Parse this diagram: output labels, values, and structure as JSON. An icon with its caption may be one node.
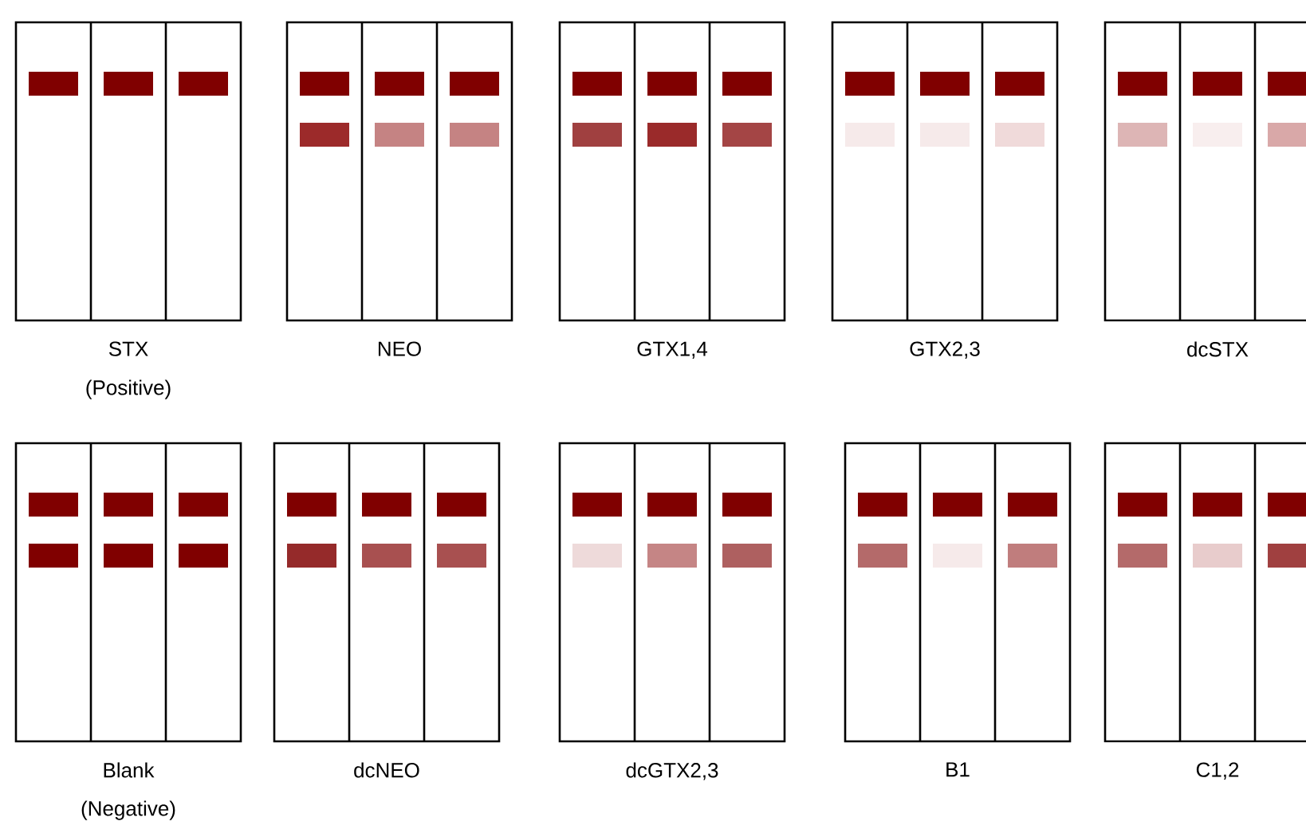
{
  "diagram": {
    "nodes": [
      {
        "text": [
          "STX",
          "(Positive)"
        ]
      },
      {
        "text": [
          "NEO"
        ]
      },
      {
        "text": [
          "GTX1,4"
        ]
      },
      {
        "text": [
          "GTX2,3"
        ]
      },
      {
        "text": [
          "dcSTX"
        ]
      },
      {
        "text": [
          "Blank",
          "(Negative)"
        ]
      },
      {
        "text": [
          "dcNEO"
        ]
      },
      {
        "text": [
          "dcGTX2,3"
        ]
      },
      {
        "text": [
          "B1"
        ]
      },
      {
        "text": [
          "C1,2"
        ]
      }
    ]
  }
}
